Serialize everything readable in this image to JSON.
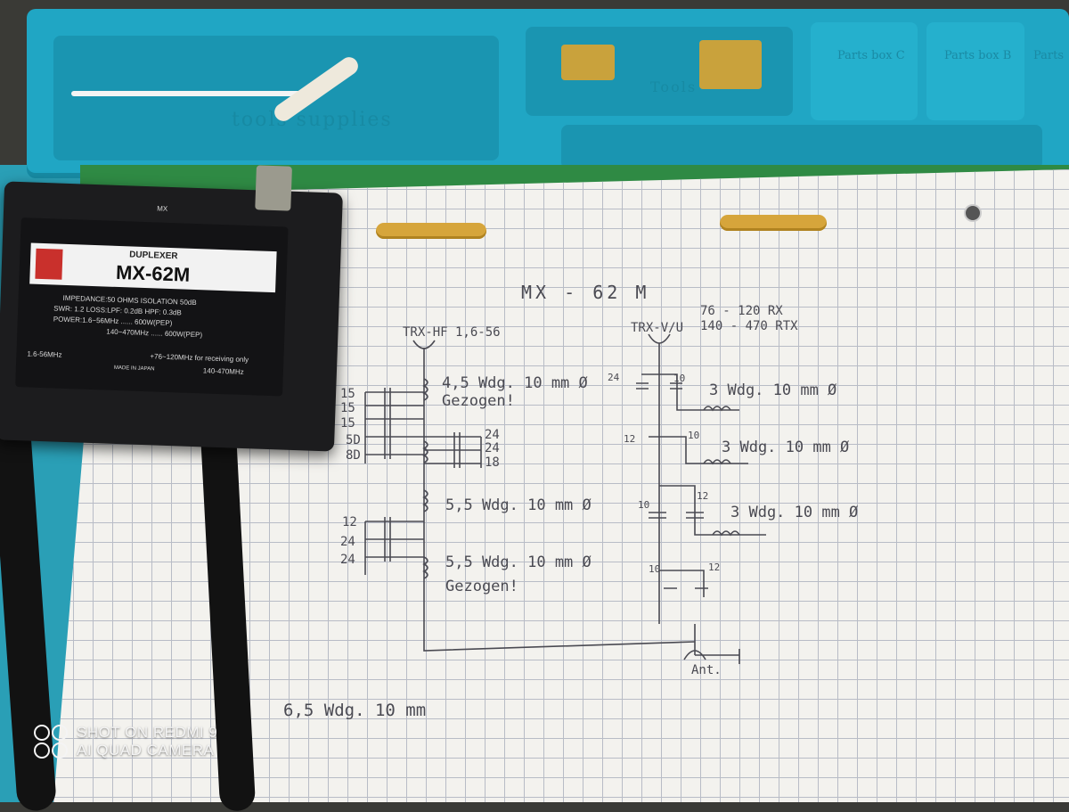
{
  "tray": {
    "embossed_text": "tools supplies",
    "brand_text": "Tools",
    "parts_box_labels": [
      "Parts box C",
      "Parts box B",
      "Parts"
    ]
  },
  "device": {
    "type_label": "DUPLEXER",
    "model": "MX-62M",
    "top_port_label": "MX",
    "specs": [
      "IMPEDANCE:50 OHMS   ISOLATION 50dB",
      "SWR: 1.2   LOSS:LPF: 0.2dB   HPF: 0.3dB",
      "POWER:1.6~56MHz ...... 600W(PEP)",
      "140~470MHz ...... 600W(PEP)"
    ],
    "left_port_label": "1.6-56MHz",
    "note": "+76~120MHz for receiving only",
    "right_port_label": "140-470MHz",
    "origin": "MADE IN JAPAN"
  },
  "schematic": {
    "title": "MX - 62 M",
    "hf_port": "TRX-HF 1,6-56",
    "vhf_port": "TRX-V/U",
    "vhf_range_rx": "76 - 120 RX",
    "vhf_range_rtx": "140 - 470 RTX",
    "hf_coils": [
      "4,5 Wdg. 10 mm Ø",
      "Gezogen!",
      "5,5 Wdg. 10 mm Ø",
      "5,5 Wdg. 10 mm Ø",
      "Gezogen!"
    ],
    "vhf_coils": [
      "3 Wdg. 10 mm Ø",
      "3 Wdg. 10 mm Ø",
      "3 Wdg. 10 mm Ø"
    ],
    "hf_caps_upper": [
      "15",
      "15",
      "15",
      "5D",
      "8D"
    ],
    "hf_caps_mid": [
      "24",
      "24",
      "18"
    ],
    "hf_caps_lower": [
      "12",
      "24",
      "24"
    ],
    "vhf_caps": [
      "24",
      "10",
      "12",
      "10",
      "10",
      "12",
      "10",
      "12"
    ],
    "antenna": "Ant.",
    "footer_note": "6,5 Wdg. 10 mm"
  },
  "watermark": {
    "line1": "SHOT ON REDMI 9",
    "line2": "AI QUAD CAMERA"
  },
  "colors": {
    "tray": "#20a6c4",
    "paper": "#f3f2ee",
    "ink": "#4a4a52",
    "device": "#1c1c1e",
    "badge": "#c9302c"
  }
}
